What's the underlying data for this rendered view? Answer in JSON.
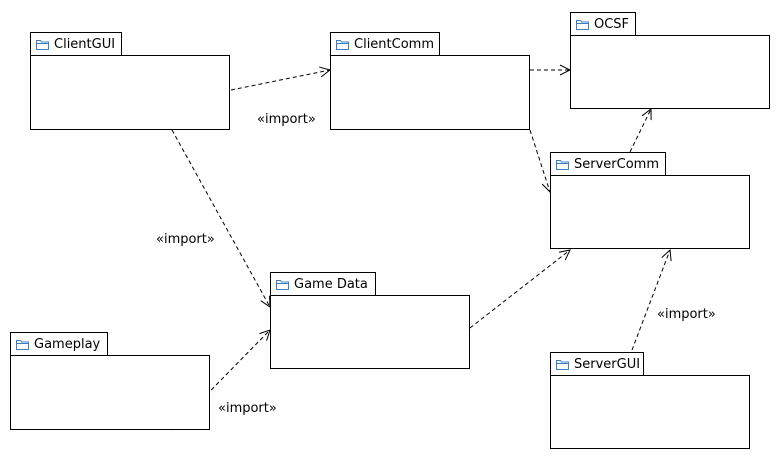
{
  "packages": {
    "clientgui": {
      "name": "ClientGUI"
    },
    "clientcomm": {
      "name": "ClientComm"
    },
    "ocsf": {
      "name": "OCSF"
    },
    "servercomm": {
      "name": "ServerComm"
    },
    "gamedata": {
      "name": "Game Data"
    },
    "gameplay": {
      "name": "Gameplay"
    },
    "servergui": {
      "name": "ServerGUI"
    }
  },
  "labels": {
    "import_1": "«import»",
    "import_2": "«import»",
    "import_3": "«import»",
    "import_4": "«import»"
  },
  "colors": {
    "folder_icon": "#3d7fc1",
    "line": "#000000"
  }
}
